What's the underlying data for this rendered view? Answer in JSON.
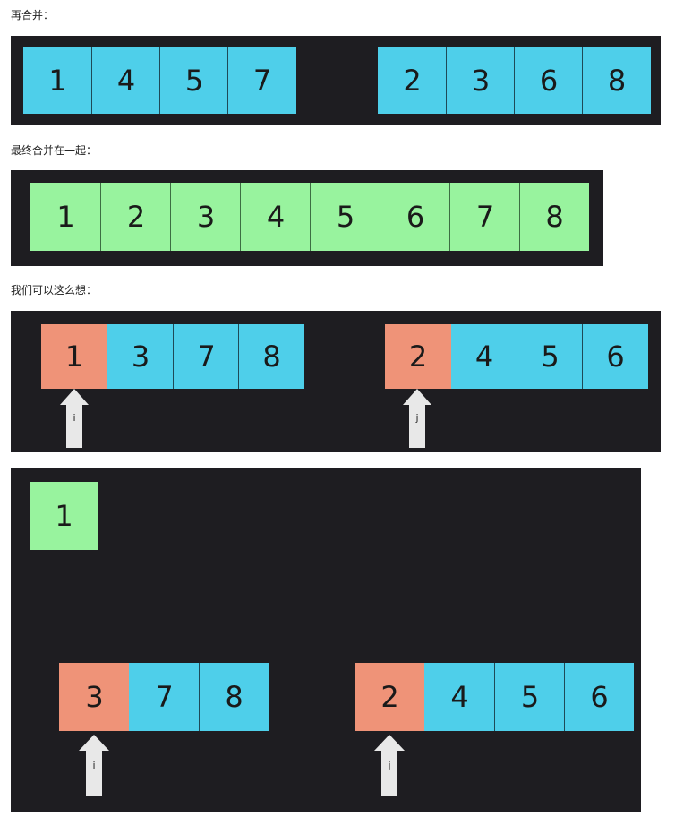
{
  "captions": {
    "merge_again": "再合并：",
    "final_merge": "最终合并在一起：",
    "think_like": "我们可以这么想："
  },
  "panel1": {
    "left": [
      "1",
      "4",
      "5",
      "7"
    ],
    "right": [
      "2",
      "3",
      "6",
      "8"
    ]
  },
  "panel2": {
    "merged": [
      "1",
      "2",
      "3",
      "4",
      "5",
      "6",
      "7",
      "8"
    ]
  },
  "panel3": {
    "left": [
      "1",
      "3",
      "7",
      "8"
    ],
    "right": [
      "2",
      "4",
      "5",
      "6"
    ],
    "pointer_i": "i",
    "pointer_j": "j"
  },
  "panel4": {
    "output": [
      "1"
    ],
    "left": [
      "3",
      "7",
      "8"
    ],
    "right": [
      "2",
      "4",
      "5",
      "6"
    ],
    "pointer_i": "i",
    "pointer_j": "j"
  },
  "colors": {
    "panel_bg": "#1e1d21",
    "cell_blue": "#4ecfea",
    "cell_green": "#98f39e",
    "cell_orange": "#ef9378",
    "arrow": "#e8e8e8"
  }
}
